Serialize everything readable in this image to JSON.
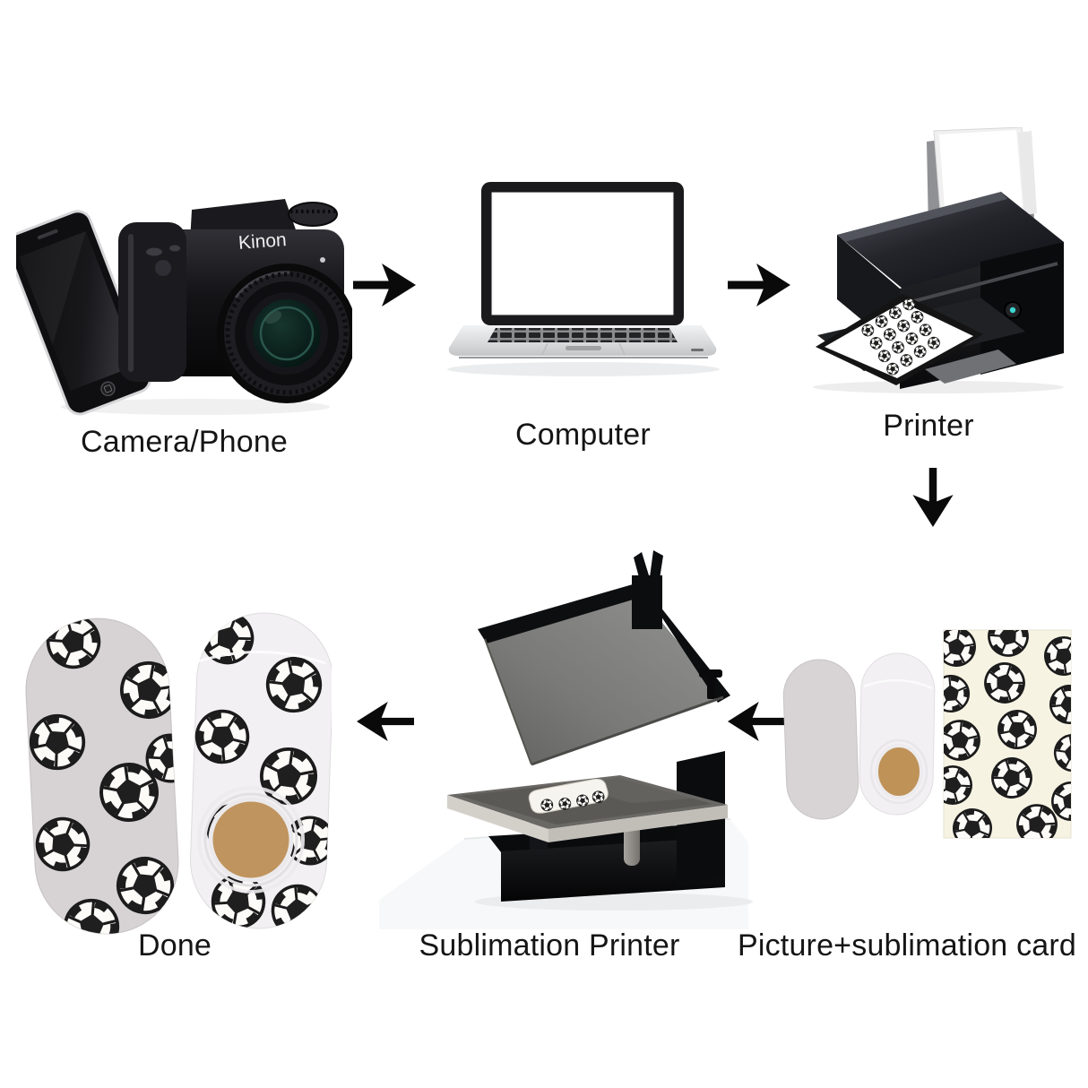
{
  "diagram": {
    "title_hidden": "",
    "camera": {
      "label": "Camera/Phone",
      "brand": "Kinon"
    },
    "computer": {
      "label": "Computer"
    },
    "printer": {
      "label": "Printer"
    },
    "card": {
      "label": "Picture+sublimation card"
    },
    "press": {
      "label": "Sublimation Printer"
    },
    "done": {
      "label": "Done"
    }
  },
  "flow_order": [
    "Camera/Phone",
    "Computer",
    "Printer",
    "Picture+sublimation card",
    "Sublimation Printer",
    "Done"
  ],
  "arrows": [
    "right",
    "right",
    "down",
    "left",
    "left"
  ],
  "colors": {
    "background": "#ffffff",
    "arrow": "#0a0a0a",
    "label_text": "#151515",
    "device_black": "#141417",
    "laptop_silver": "#d9dbdd",
    "screen_white": "#ffffff",
    "card_cream": "#f6f3e3",
    "sock_grey": "#d7d3d5",
    "sock_white": "#f2f0f2",
    "heel_patch_tan": "#c0945e",
    "power_led_teal": "#3bd6cf",
    "press_platen_grey": "#6a6865"
  }
}
